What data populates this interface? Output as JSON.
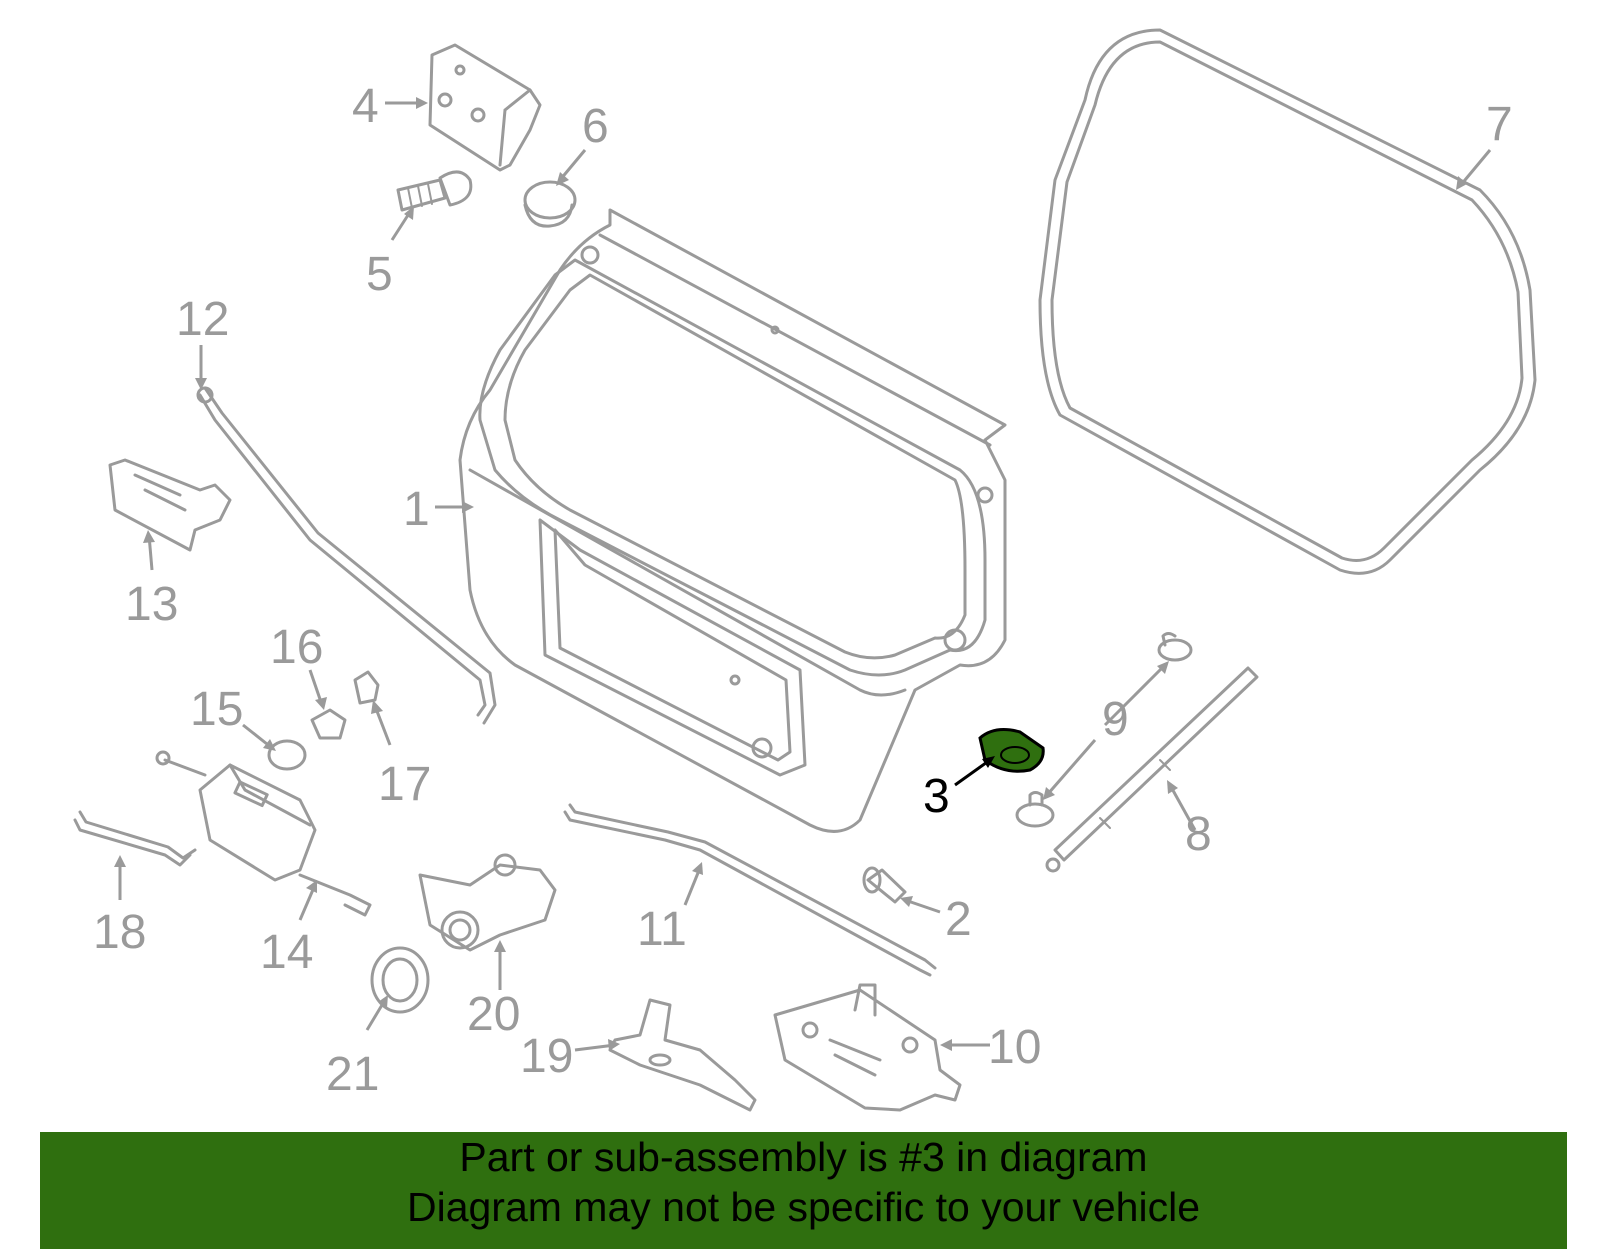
{
  "colors": {
    "outline": "#9a9a9a",
    "highlight_fill": "#2f6f0f",
    "highlight_text": "#000000",
    "banner_bg": "#2f6f0f"
  },
  "callouts": {
    "n1": "1",
    "n2": "2",
    "n3": "3",
    "n4": "4",
    "n5": "5",
    "n6": "6",
    "n7": "7",
    "n8": "8",
    "n9": "9",
    "n10": "10",
    "n11": "11",
    "n12": "12",
    "n13": "13",
    "n14": "14",
    "n15": "15",
    "n16": "16",
    "n17": "17",
    "n18": "18",
    "n19": "19",
    "n20": "20",
    "n21": "21"
  },
  "highlighted_part": "3",
  "banner": {
    "line1": "Part or sub-assembly is #3 in diagram",
    "line2": "Diagram may not be specific to your vehicle"
  }
}
